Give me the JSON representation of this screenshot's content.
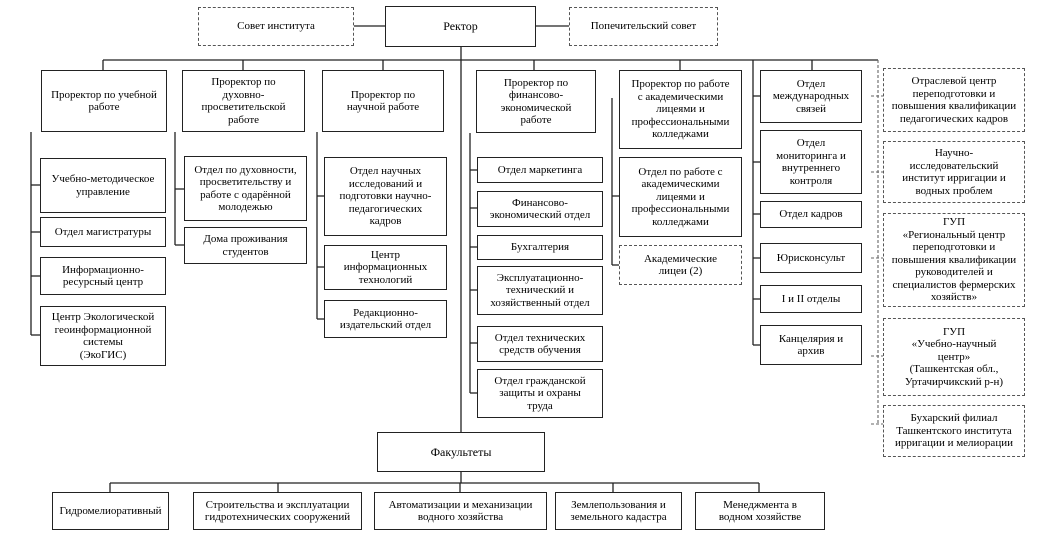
{
  "top": {
    "council": "Совет института",
    "rector": "Ректор",
    "trustees": "Попечительский совет"
  },
  "prorectors": {
    "academic": "Проректор по учебной\nработе",
    "spiritual": "Проректор по\nдуховно-\nпросветительской\nработе",
    "science": "Проректор по\nнаучной работе",
    "finance": "Проректор по\nфинансово-\nэкономической\nработе",
    "lyceums": "Проректор по работе\nс академическими\nлицеями и\nпрофессиональными\nколледжами"
  },
  "academic_units": [
    "Учебно-методическое\nуправление",
    "Отдел магистратуры",
    "Информационно-\nресурсный центр",
    "Центр Экологической\nгеоинформационной\nсистемы\n(ЭкоГИС)"
  ],
  "spiritual_units": [
    "Отдел по духовности,\nпросветительству и\nработе с одарённой\nмолодежью",
    "Дома проживания\nстудентов"
  ],
  "science_units": [
    "Отдел научных\nисследований и\nподготовки научно-\nпедагогических\nкадров",
    "Центр\nинформационных\nтехнологий",
    "Редакционно-\nиздательский отдел"
  ],
  "finance_units": [
    "Отдел маркетинга",
    "Финансово-\nэкономический отдел",
    "Бухгалтерия",
    "Эксплуатационно-\nтехнический и\nхозяйственный отдел",
    "Отдел технических\nсредств обучения",
    "Отдел гражданской\nзащиты и охраны\nтруда"
  ],
  "lyceum_units": [
    "Отдел по работе с\nакадемическими\nлицеями и\nпрофессиональными\nколледжами",
    "Академические\nлицеи (2)"
  ],
  "direct_units": [
    "Отдел\nмеждународных\nсвязей",
    "Отдел\nмониторинга и\nвнутреннего\nконтроля",
    "Отдел кадров",
    "Юрисконсульт",
    "I и II отделы",
    "Канцелярия и\nархив"
  ],
  "affiliates": [
    "Отраслевой центр\nпереподготовки и\nповышения квалификации\nпедагогических кадров",
    "Научно-\nисследовательский\nинститут ирригации и\nводных проблем",
    "ГУП\n«Региональный центр\nпереподготовки и\nповышения квалификации\nруководителей и\nспециалистов фермерских\nхозяйств»",
    "ГУП\n«Учебно-научный\nцентр»\n(Ташкентская обл.,\nУртачирчикский р-н)",
    "Бухарский филиал\nТашкентского института\nирригации и мелиорации"
  ],
  "faculties": {
    "title": "Факультеты",
    "items": [
      "Гидромелиоративный",
      "Строительства и эксплуатации\nгидротехнических сооружений",
      "Автоматизации и механизации\nводного хозяйства",
      "Землепользования и\nземельного кадастра",
      "Менеджмента в\nводном хозяйстве"
    ]
  }
}
